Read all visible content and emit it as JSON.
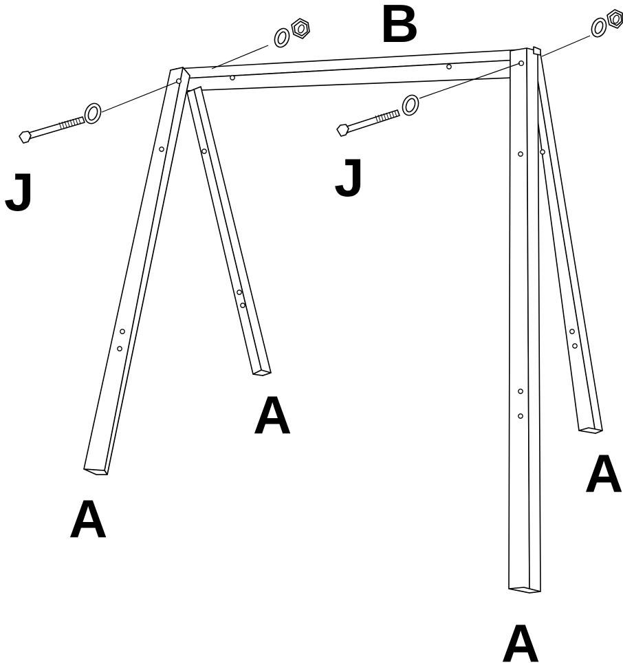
{
  "labels": {
    "beam": "B",
    "bolt_left": "J",
    "bolt_right": "J",
    "leg_front_left": "A",
    "leg_back_left": "A",
    "leg_front_right": "A",
    "leg_back_right": "A"
  },
  "colors": {
    "line": "#000000",
    "background": "#ffffff"
  }
}
